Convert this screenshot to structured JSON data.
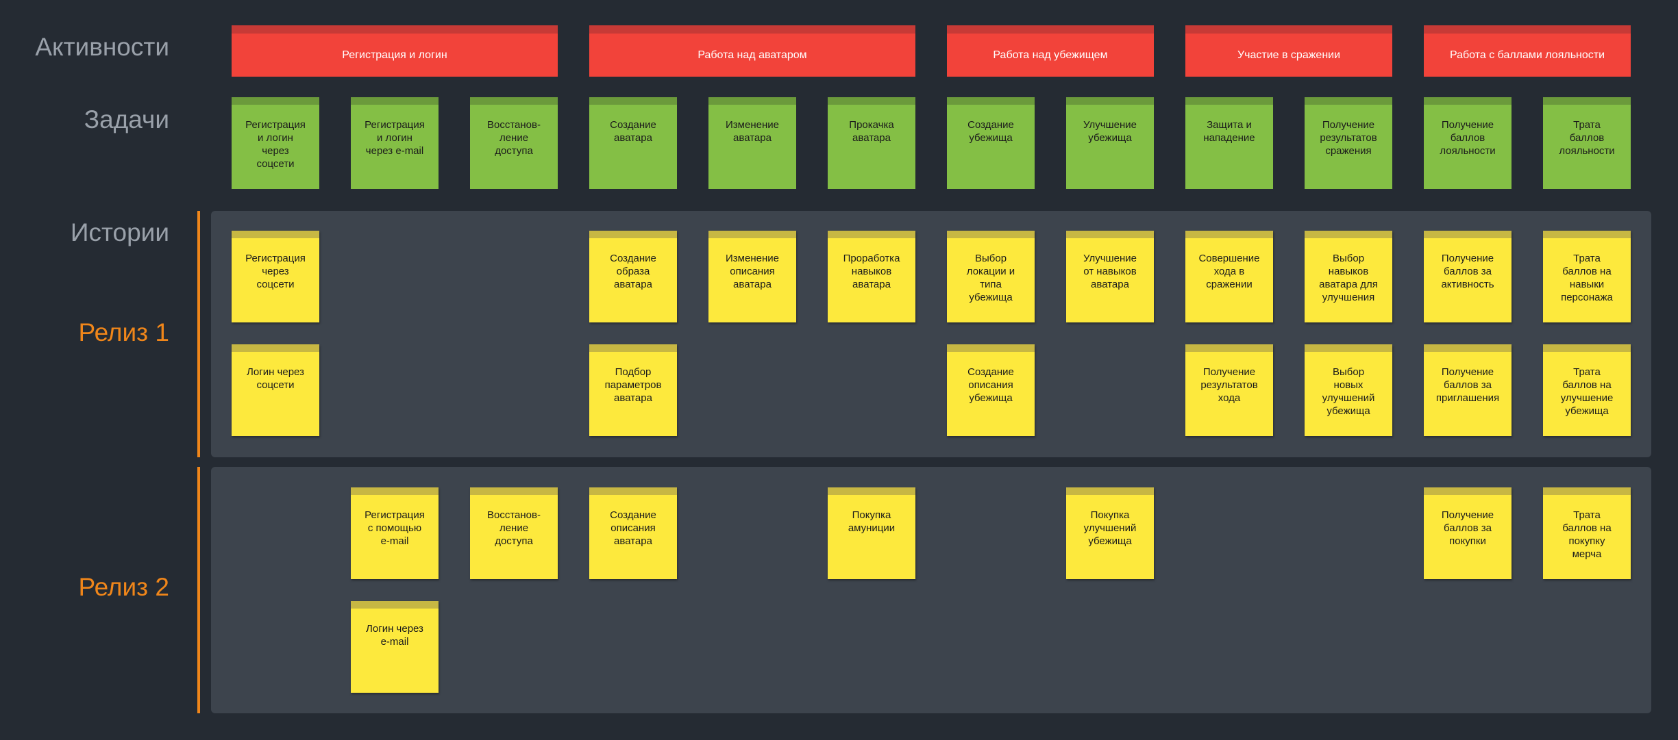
{
  "rows": {
    "activities": "Активности",
    "tasks": "Задачи",
    "stories": "Истории",
    "release1": "Релиз 1",
    "release2": "Релиз 2"
  },
  "activities": [
    "Регистрация и логин",
    "Работа над  аватаром",
    "Работа над  убежищем",
    "Участие в сражении",
    "Работа с баллами лояльности"
  ],
  "tasks": [
    "Регистрация\nи логин\nчерез\nсоцсети",
    "Регистрация\nи логин\nчерез e-mail",
    "Восстанов-\nление\nдоступа",
    "Создание\nаватара",
    "Изменение\nаватара",
    "Прокачка\nаватара",
    "Создание\nубежища",
    "Улучшение\nубежища",
    "Защита и\nнападение",
    "Получение\nрезультатов\nсражения",
    "Получение\nбаллов\nлояльности",
    "Трата\nбаллов\nлояльности"
  ],
  "release1_stories": [
    {
      "col": 0,
      "row": 0,
      "text": "Регистрация\nчерез\nсоцсети"
    },
    {
      "col": 3,
      "row": 0,
      "text": "Создание\nобраза\nаватара"
    },
    {
      "col": 4,
      "row": 0,
      "text": "Изменение\nописания\nаватара"
    },
    {
      "col": 5,
      "row": 0,
      "text": "Проработка\nнавыков\nаватара"
    },
    {
      "col": 6,
      "row": 0,
      "text": "Выбор\nлокации и\nтипа\nубежища"
    },
    {
      "col": 7,
      "row": 0,
      "text": "Улучшение\nот навыков\nаватара"
    },
    {
      "col": 8,
      "row": 0,
      "text": "Совершение\nхода в\nсражении"
    },
    {
      "col": 9,
      "row": 0,
      "text": "Выбор\nнавыков\nаватара для\nулучшения"
    },
    {
      "col": 10,
      "row": 0,
      "text": "Получение\nбаллов за\nактивность"
    },
    {
      "col": 11,
      "row": 0,
      "text": "Трата\nбаллов на\nнавыки\nперсонажа"
    },
    {
      "col": 0,
      "row": 1,
      "text": "Логин через\nсоцсети"
    },
    {
      "col": 3,
      "row": 1,
      "text": "Подбор\nпараметров\nаватара"
    },
    {
      "col": 6,
      "row": 1,
      "text": "Создание\nописания\nубежища"
    },
    {
      "col": 8,
      "row": 1,
      "text": "Получение\nрезультатов\nхода"
    },
    {
      "col": 9,
      "row": 1,
      "text": "Выбор\nновых\nулучшений\nубежища"
    },
    {
      "col": 10,
      "row": 1,
      "text": "Получение\nбаллов за\nприглашения"
    },
    {
      "col": 11,
      "row": 1,
      "text": "Трата\nбаллов на\nулучшение\nубежища"
    }
  ],
  "release2_stories": [
    {
      "col": 1,
      "row": 0,
      "text": "Регистрация\nс помощью\ne-mail"
    },
    {
      "col": 2,
      "row": 0,
      "text": "Восстанов-\nление\nдоступа"
    },
    {
      "col": 3,
      "row": 0,
      "text": "Создание\nописания\nаватара"
    },
    {
      "col": 5,
      "row": 0,
      "text": "Покупка\nамуниции"
    },
    {
      "col": 7,
      "row": 0,
      "text": "Покупка\nулучшений\nубежища"
    },
    {
      "col": 10,
      "row": 0,
      "text": "Получение\nбаллов за\nпокупки"
    },
    {
      "col": 11,
      "row": 0,
      "text": "Трата\nбаллов на\nпокупку\nмерча"
    },
    {
      "col": 1,
      "row": 1,
      "text": "Логин через\ne-mail"
    }
  ],
  "colors": {
    "background": "#252b33",
    "panel": "#3d444d",
    "activity": "#f2433a",
    "task": "#84bf45",
    "story": "#fde93d",
    "release_accent": "#f0861a",
    "label_gray": "#9aa1aa"
  }
}
